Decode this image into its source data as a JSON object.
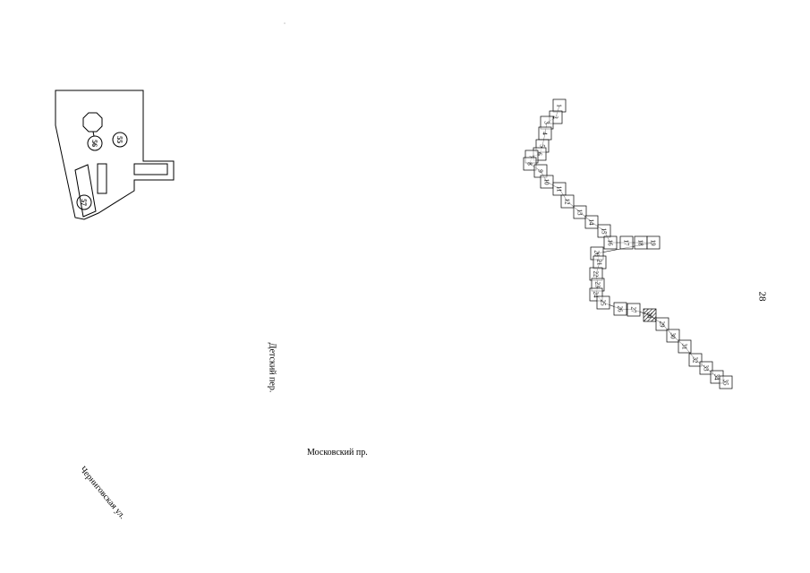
{
  "page_number": "28",
  "streets": {
    "detsky": "Детский пер.",
    "moskovsky": "Московский пр.",
    "chernigovskaya": "Черниговская ул."
  },
  "building_plan": {
    "markers": [
      "56",
      "55",
      "57"
    ]
  },
  "chain": {
    "segments": [
      "1",
      "2",
      "3",
      "4",
      "5",
      "6",
      "7",
      "8",
      "9",
      "10",
      "11",
      "12",
      "13",
      "14",
      "15",
      "16",
      "17",
      "18",
      "19",
      "20",
      "21",
      "22",
      "23",
      "24",
      "25",
      "26",
      "27",
      "28",
      "29",
      "30",
      "31",
      "32",
      "33",
      "34",
      "35"
    ],
    "hatched": [
      "28"
    ]
  }
}
